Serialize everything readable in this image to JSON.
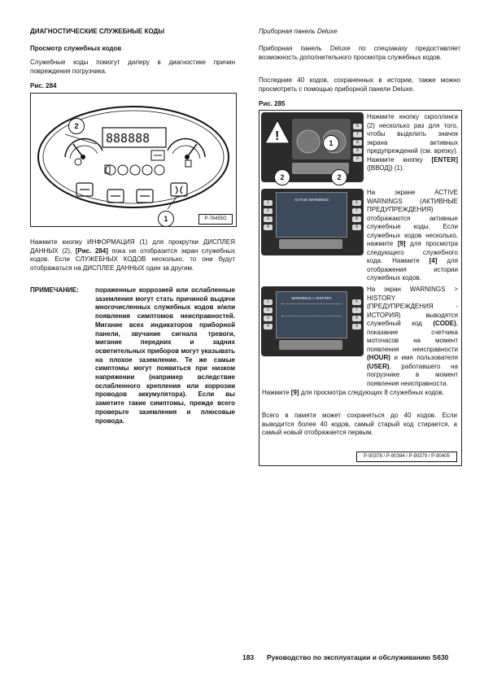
{
  "left": {
    "section_title": "ДИАГНОСТИЧЕСКИЕ СЛУЖЕБНЫЕ КОДЫ",
    "subtitle": "Просмотр служебных кодов",
    "intro": "Служебные коды помогут дилеру в диагностике причин повреждения погрузчика.",
    "fig_label": "Рис. 284",
    "fig_id": "P-76455G",
    "callout_1": "1",
    "callout_2": "2",
    "para_part1": "Нажмите кнопку ИНФОРМАЦИЯ (1) для прокрутки ДИСПЛЕЯ ДАННЫХ (2), ",
    "para_ref": "[Рис. 284]",
    "para_part2": " пока не отобразится экран служебных кодов. Если СЛУЖЕБНЫХ КОДОВ несколько, то они будут отображаться на ДИСПЛЕЕ ДАННЫХ один за другим.",
    "note_label": "ПРИМЕЧАНИЕ:",
    "note_text": "пораженные коррозией или ослабленные заземления могут стать причиной выдачи многочисленных служебных кодов и/или появления симптомов неисправностей. Мигание всех индикаторов приборной панели, звучание сигнала тревоги, мигание передних и задних осветительных приборов могут указывать на плохое заземление. Те же самые симптомы могут появиться при низком напряжении (например вследствие ослабленного крепления или коррозии проводов аккумулятора). Если вы заметите такие симптомы, прежде всего проверьте заземления и плюсовые провода."
  },
  "right": {
    "header": "Приборная панель Deluxe",
    "para1": "Приборная панель Deluxe по спецзаказу предоставляет возможность дополнительного просмотра служебных кодов.",
    "para2": "Последние 40 кодов, сохраненных в истории, также можно просмотреть с помощью приборной панели Deluxe.",
    "fig_label": "Рис. 285",
    "step1_a": "Нажмите кнопку скроллинга (2) несколько раз для того, чтобы выделить значок экрана активных предупреждений (см. врезку). Нажмите кнопку ",
    "step1_b": "[ENTER]",
    "step1_c": " ([ВВОД]) (1).",
    "step2_a": "На экране ACTIVE WARNINGS (АКТИВНЫЕ ПРЕДУПРЕЖДЕНИЯ) отображаются активные служебные коды. Если служебных кодов несколько, нажмите ",
    "step2_b": "[9]",
    "step2_c": " для просмотра следующего служебного кода. Нажмите ",
    "step2_d": "[4]",
    "step2_e": " для отображения истории служебных кодов.",
    "step3_a": "На экран WARNINGS > HISTORY (ПРЕДУПРЕЖДЕНИЯ - ИСТОРИЯ) выводятся служебный код ",
    "step3_b": "(CODE)",
    "step3_c": ", показание счетчика моточасов на момент появления неисправности ",
    "step3_d": "(HOUR)",
    "step3_e": " и имя пользователя ",
    "step3_f": "(USER)",
    "step3_g": ", работавшего на погрузчике в момент появления неисправности.",
    "para3_a": "Нажмите ",
    "para3_b": "[9]",
    "para3_c": " для просмотра следующих 8 служебных кодов.",
    "para4": "Всего в памяти может сохраняться до 40 кодов. Если выводится более 40 кодов, самый старый код стирается, а самый новый отображается первым.",
    "fig_ids": "P-90378 / P-90394 / P-90379 / P-90405",
    "screen2_title": "ACTIVE WARNINGS",
    "screen3_title": "WARNINGS > HISTORY",
    "callout_1": "1",
    "callout_2": "2"
  },
  "footer": {
    "page_number": "183",
    "manual_title": "Руководство по эксплуатации и обслуживанию S630"
  }
}
